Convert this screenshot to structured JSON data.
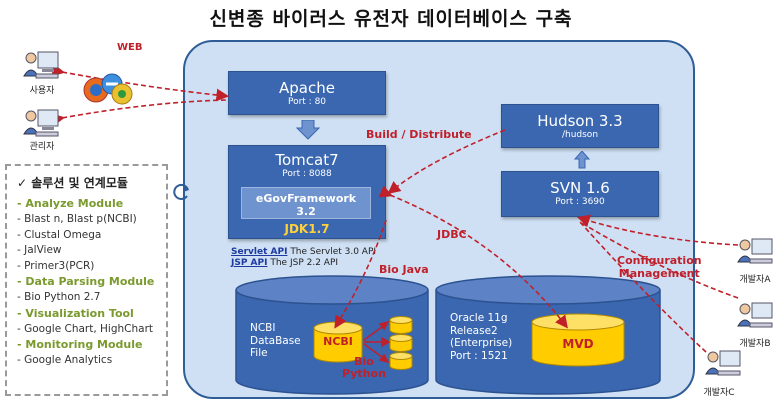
{
  "title": "신변종 바이러스 유전자 데이터베이스 구축",
  "users": {
    "user": "사용자",
    "admin": "관리자"
  },
  "developers": {
    "a": "개발자A",
    "b": "개발자B",
    "c": "개발자C"
  },
  "apache": {
    "name": "Apache",
    "port": "Port : 80"
  },
  "tomcat": {
    "name": "Tomcat7",
    "port": "Port : 8088",
    "framework_line1": "eGovFramework",
    "framework_line2": "3.2",
    "jdk": "JDK1.7"
  },
  "apis": {
    "servlet_label": "Servlet API",
    "servlet_desc": "The Servlet 3.0 API",
    "jsp_label": "JSP API",
    "jsp_desc": "The JSP 2.2 API"
  },
  "hudson": {
    "name": "Hudson 3.3",
    "path": "/hudson"
  },
  "svn": {
    "name": "SVN 1.6",
    "port": "Port : 3690"
  },
  "ncbi_db": {
    "line1": "NCBI",
    "line2": "DataBase",
    "line3": "File",
    "badge": "NCBI"
  },
  "oracle_db": {
    "line1": "Oracle 11g",
    "line2": "Release2",
    "line3": "(Enterprise)",
    "line4": "Port : 1521",
    "badge": "MVD"
  },
  "labels": {
    "web": "WEB",
    "build": "Build / Distribute",
    "jdbc": "JDBC",
    "bio_java": "Bio Java",
    "bio_python_1": "Bio",
    "bio_python_2": "Python",
    "config_1": "Configuration",
    "config_2": "Management"
  },
  "solutions": {
    "heading": "솔루션 및 연계모듈",
    "sections": [
      {
        "title": "Analyze Module",
        "items": [
          "Blast n, Blast p(NCBI)",
          "Clustal Omega",
          "JalView",
          "Primer3(PCR)"
        ]
      },
      {
        "title": "Data Parsing Module",
        "items": [
          "Bio Python 2.7"
        ]
      },
      {
        "title": "Visualization Tool",
        "items": [
          "Google Chart, HighChart"
        ]
      },
      {
        "title": "Monitoring Module",
        "items": [
          "Google Analytics"
        ]
      }
    ]
  },
  "colors": {
    "panel": "#cfe0f4",
    "box": "#3a67b0",
    "arrow": "#c0202a",
    "db_yellow": "#ffcc00",
    "section_green": "#7a9a2e"
  }
}
